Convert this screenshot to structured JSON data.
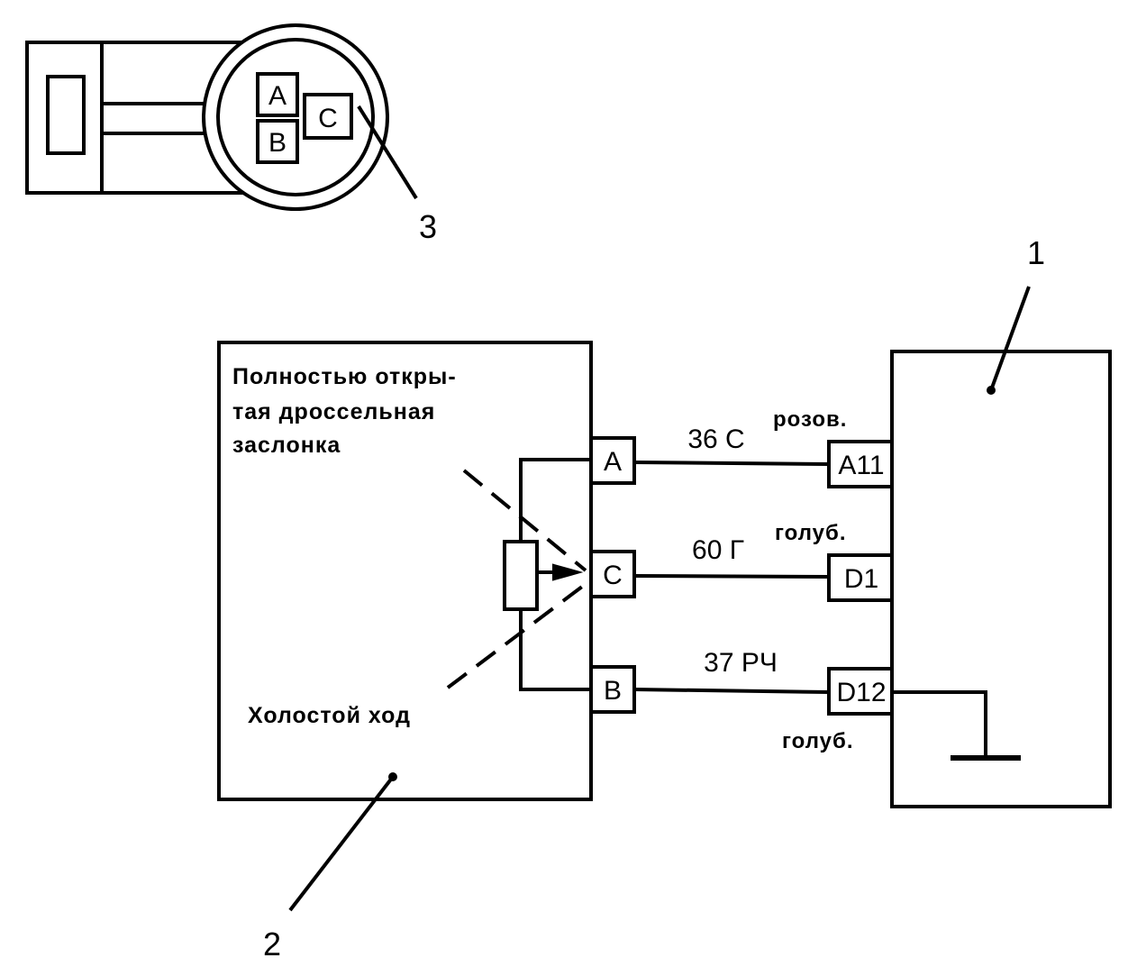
{
  "callouts": {
    "ecu": "1",
    "sensor": "2",
    "connector": "3"
  },
  "connector_pins": [
    "A",
    "B",
    "C"
  ],
  "sensor": {
    "open_label_lines": [
      "Полностью откры-",
      "тая дроссельная",
      "заслонка"
    ],
    "idle_label": "Холостой ход"
  },
  "wires": [
    {
      "sensor_pin": "A",
      "wire_label": "36 С",
      "ecu_pin": "A11",
      "color_label": "розов."
    },
    {
      "sensor_pin": "C",
      "wire_label": "60 Г",
      "ecu_pin": "D1",
      "color_label": "голуб."
    },
    {
      "sensor_pin": "B",
      "wire_label": "37 РЧ",
      "ecu_pin": "D12",
      "color_label": "голуб."
    }
  ]
}
